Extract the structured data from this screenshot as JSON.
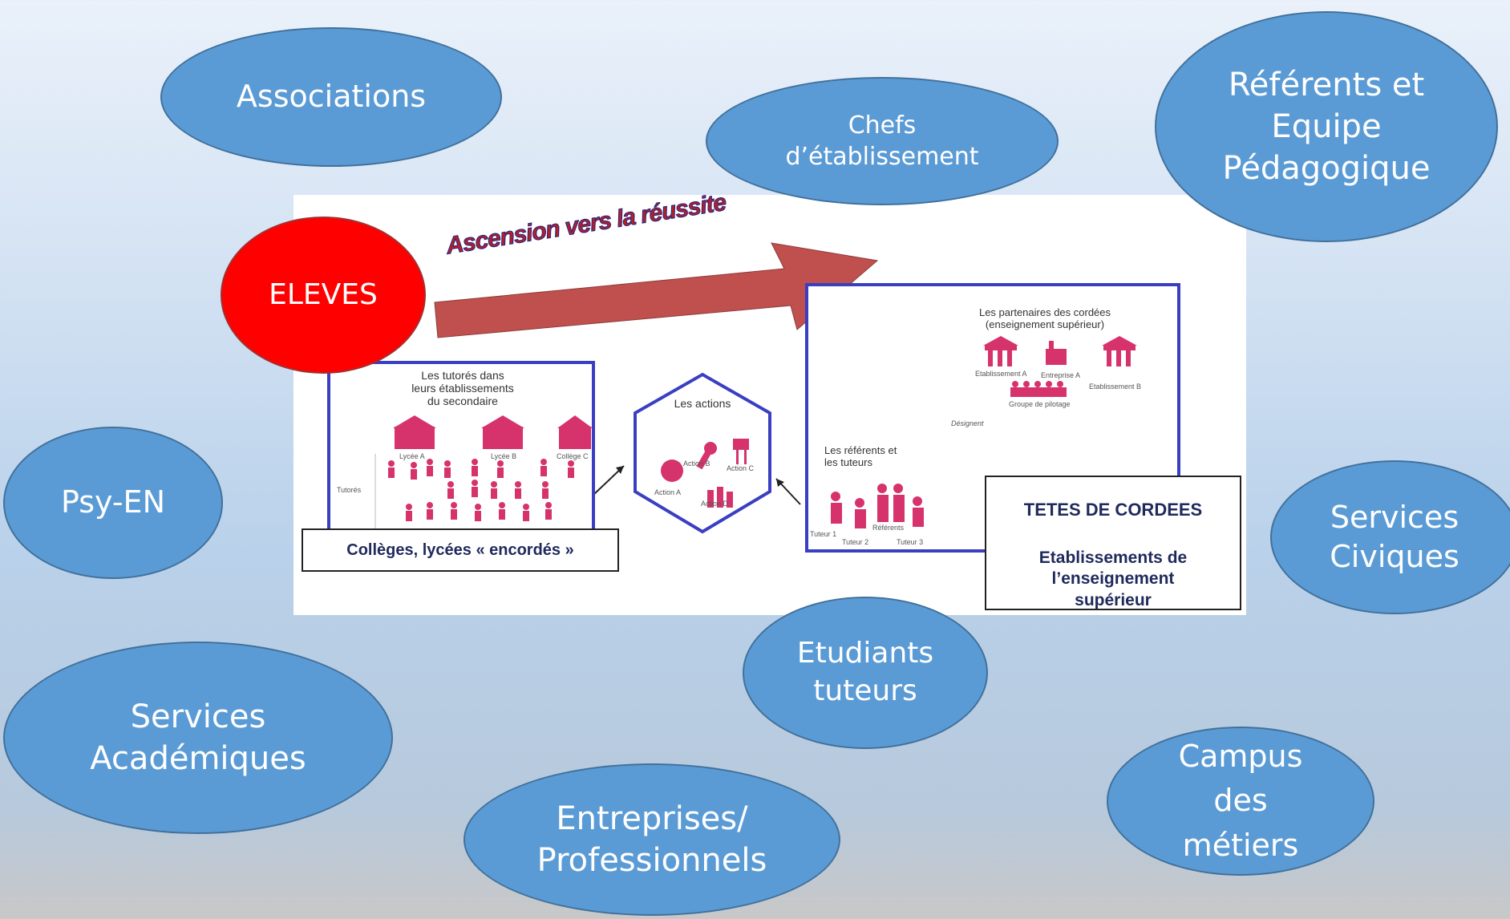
{
  "ovals": {
    "associations": "Associations",
    "chefs": "Chefs\nd’établissement",
    "referents": "Référents et\nEquipe\nPédagogique",
    "eleves": "ELEVES",
    "psy": "Psy-EN",
    "services_civiques": "Services\nCiviques",
    "etudiants": "Etudiants\ntuteurs",
    "services_academiques": "Services\nAcadémiques",
    "entreprises": "Entreprises/\nProfessionnels",
    "campus": "Campus\ndes\nmétiers"
  },
  "colors": {
    "oval_fill": "#5b9bd5",
    "oval_border": "#41719c",
    "eleves_fill": "#ff0000",
    "arrow_fill": "#c0504d",
    "title_fill": "#b22222",
    "title_outline": "#1f1f8c",
    "box_border": "#3a3fc1",
    "icon_pink": "#d6336c"
  },
  "diagram": {
    "title": "Ascension vers la réussite",
    "left_box": {
      "heading": "Les tutorés dans\nleurs établissements\ndu secondaire",
      "schools": [
        "Lycée A",
        "Lycée B",
        "Collège C"
      ],
      "side_label": "Tutorés",
      "caption": "Collèges, lycées « encordés »"
    },
    "actions": {
      "heading": "Les actions",
      "items": [
        "Action A",
        "Action B",
        "Action C",
        "Action D"
      ]
    },
    "right_box": {
      "heading": "Les partenaires des cordées\n(enseignement supérieur)",
      "partners": [
        "Etablissement A",
        "Entreprise A",
        "Etablissement B"
      ],
      "group": "Groupe de pilotage",
      "designent": "Désignent",
      "referents_heading": "Les référents et\nles tuteurs",
      "people": [
        "Tuteur 1",
        "Référents",
        "Tuteur 2",
        "Tuteur 3"
      ],
      "caption_title": "TETES DE CORDEES",
      "caption_body": "Etablissements de\nl’enseignement\nsupérieur"
    }
  }
}
